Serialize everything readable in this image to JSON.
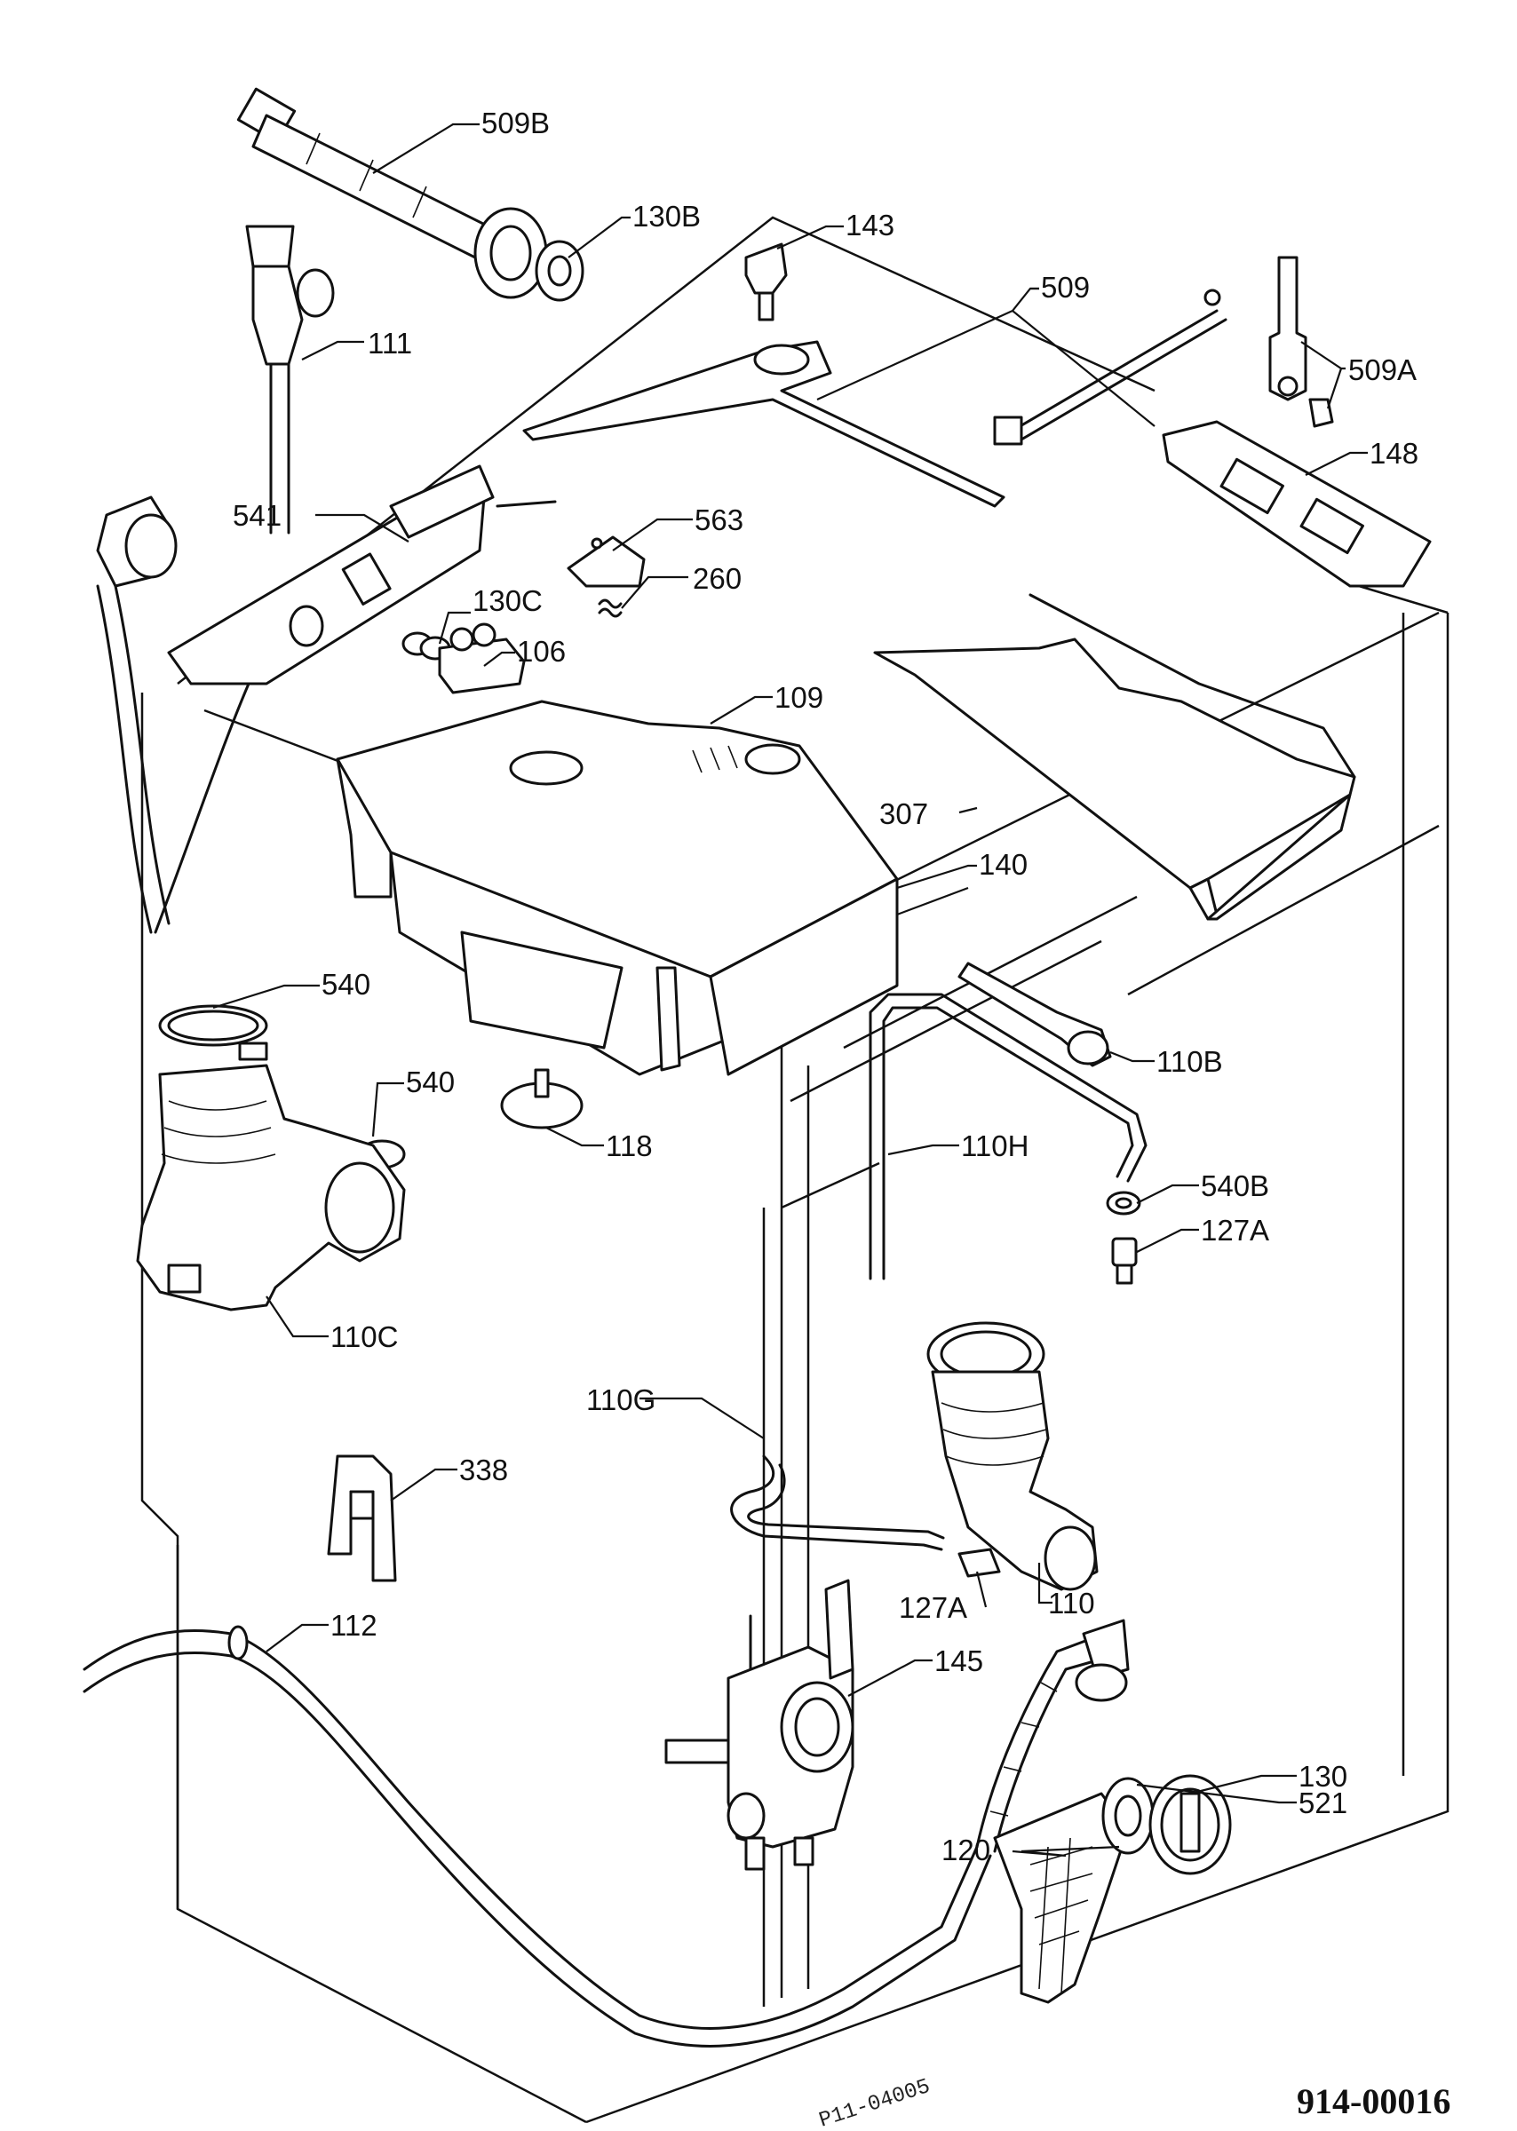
{
  "diagram": {
    "sheet_number": "914-00016",
    "stamp_text": "P11-04005",
    "callouts": {
      "c509B": "509B",
      "c130B": "130B",
      "c143": "143",
      "c509": "509",
      "c111": "111",
      "c509A": "509A",
      "c148": "148",
      "c541": "541",
      "c563": "563",
      "c260": "260",
      "c130C": "130C",
      "c106": "106",
      "c109": "109",
      "c307": "307",
      "c140": "140",
      "c540a": "540",
      "c540b": "540",
      "c110B": "110B",
      "c118": "118",
      "c110H": "110H",
      "c540B": "540B",
      "c127Aa": "127A",
      "c110C": "110C",
      "c110G": "110G",
      "c338": "338",
      "c127Ab": "127A",
      "c110": "110",
      "c112": "112",
      "c145": "145",
      "c130": "130",
      "c120": "120",
      "c521": "521"
    }
  }
}
